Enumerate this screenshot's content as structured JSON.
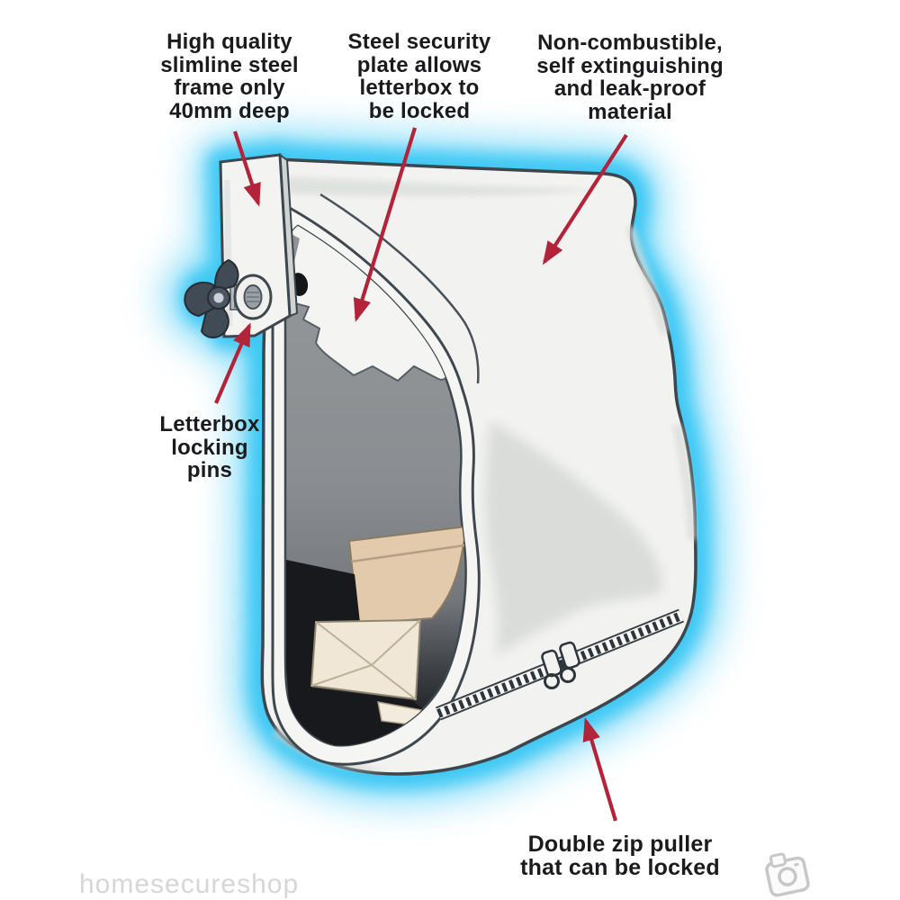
{
  "diagram": {
    "labels": {
      "frame": "High quality\nslimline steel\nframe only\n40mm deep",
      "plate": "Steel security\nplate allows\nletterbox to\nbe locked",
      "material": "Non-combustible,\nself extinguishing\nand leak-proof\nmaterial",
      "pins": "Letterbox\nlocking\npins",
      "zip": "Double zip puller\nthat can be locked"
    },
    "parts": {
      "frame": "steel frame",
      "plate": "steel security plate",
      "bag": "fire-resistant letterbox bag",
      "pins": "letterbox locking pins",
      "zip": "double zip puller"
    }
  },
  "watermark": {
    "text": "homesecureshop"
  },
  "icons": {
    "corner_stamp": "photo-stamp-icon",
    "annotation_arrow": "red-arrow-icon"
  },
  "colors": {
    "glow_cyan": "#3cc8f4",
    "arrow_red": "#b3243a",
    "bag_white": "#f2f2f0",
    "outline_dark": "#3c464c",
    "cavity_gray": "#8e9296",
    "envelope_tan": "#e3caad",
    "envelope_cream": "#f0e7d6",
    "label_text": "#1b1b1d",
    "watermark_gray": "#d6d6d6",
    "background": "#ffffff"
  }
}
